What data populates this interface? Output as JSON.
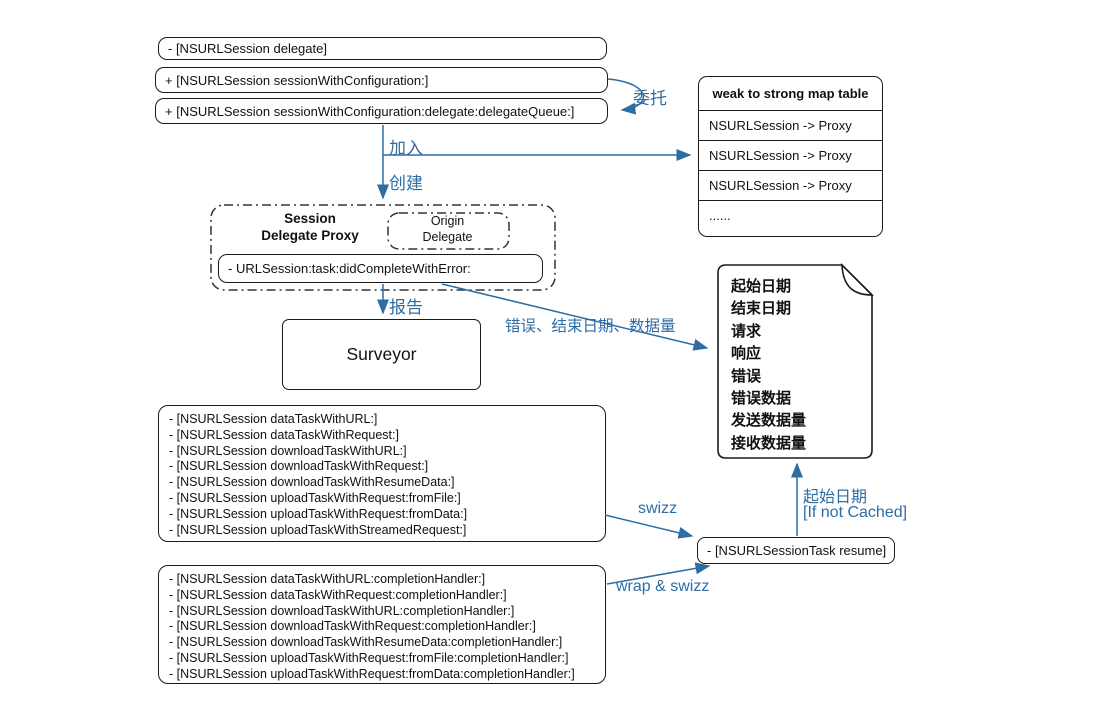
{
  "colors": {
    "accent_blue": "#2e6da4",
    "box_border": "#1a1a1a",
    "background": "#ffffff"
  },
  "top_methods": {
    "items": [
      "- [NSURLSession delegate]",
      "+ [NSURLSession sessionWithConfiguration:]",
      "+ [NSURLSession sessionWithConfiguration:delegate:delegateQueue:]"
    ]
  },
  "arrow_labels": {
    "delegate": "委托",
    "add": "加入",
    "create": "创建",
    "report": "报告",
    "error_info": "错误、结束日期、数据量",
    "swizz": "swizz",
    "wrap_swizz": "wrap & swizz",
    "start_date": "起始日期",
    "if_not_cached": "[If not Cached]"
  },
  "map_table": {
    "title": "weak to strong map table",
    "rows": [
      "NSURLSession -> Proxy",
      "NSURLSession -> Proxy",
      "NSURLSession -> Proxy",
      "......"
    ]
  },
  "proxy": {
    "title_line1": "Session",
    "title_line2": "Delegate Proxy",
    "origin_line1": "Origin",
    "origin_line2": "Delegate",
    "method": "- URLSession:task:didCompleteWithError:"
  },
  "surveyor": {
    "label": "Surveyor"
  },
  "record_document": {
    "lines": [
      "起始日期",
      "结束日期",
      "请求",
      "响应",
      "错误",
      "错误数据",
      "发送数据量",
      "接收数据量"
    ]
  },
  "task_methods": {
    "items": [
      "- [NSURLSession dataTaskWithURL:]",
      "- [NSURLSession dataTaskWithRequest:]",
      "- [NSURLSession downloadTaskWithURL:]",
      "- [NSURLSession downloadTaskWithRequest:]",
      "- [NSURLSession downloadTaskWithResumeData:]",
      "- [NSURLSession uploadTaskWithRequest:fromFile:]",
      "- [NSURLSession uploadTaskWithRequest:fromData:]",
      "- [NSURLSession uploadTaskWithStreamedRequest:]"
    ]
  },
  "completion_methods": {
    "items": [
      "- [NSURLSession dataTaskWithURL:completionHandler:]",
      "- [NSURLSession dataTaskWithRequest:completionHandler:]",
      "- [NSURLSession downloadTaskWithURL:completionHandler:]",
      "- [NSURLSession downloadTaskWithRequest:completionHandler:]",
      "- [NSURLSession downloadTaskWithResumeData:completionHandler:]",
      "- [NSURLSession uploadTaskWithRequest:fromFile:completionHandler:]",
      "- [NSURLSession uploadTaskWithRequest:fromData:completionHandler:]"
    ]
  },
  "resume": {
    "label": "- [NSURLSessionTask resume]"
  }
}
